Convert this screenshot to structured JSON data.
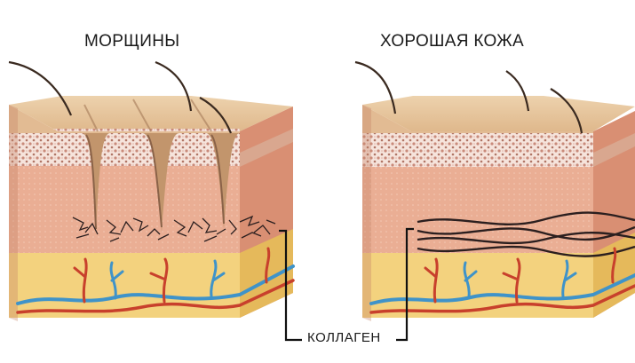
{
  "panels": {
    "left": {
      "title": "МОРЩИНЫ"
    },
    "right": {
      "title": "ХОРОШАЯ КОЖА"
    }
  },
  "callout": {
    "label": "КОЛЛАГЕН"
  },
  "colors": {
    "skin_top": "#e6c29a",
    "epidermis": "#f1d9cf",
    "dermis": "#e9a98e",
    "dermis_side": "#d98f73",
    "fat": "#f3d27e",
    "fat_side": "#e5b95b",
    "artery": "#c8402c",
    "vein": "#3f93c9",
    "collagen": "#2b1f1f",
    "hair": "#3a2a20"
  }
}
